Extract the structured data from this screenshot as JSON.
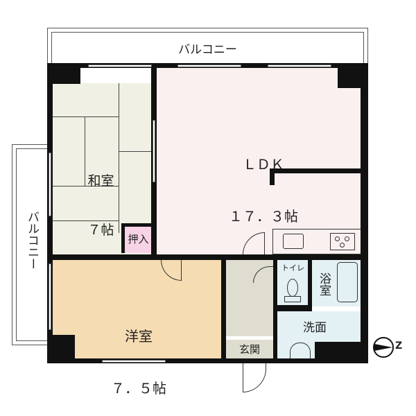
{
  "floorplan": {
    "title": "",
    "rooms": [
      {
        "id": "ldk",
        "name": "ＬＤＫ",
        "size": "１７．３帖",
        "color": "#fbf0f0"
      },
      {
        "id": "washitsu",
        "name": "和室",
        "size": "７帖",
        "color": "#f0f0e4"
      },
      {
        "id": "youshitsu",
        "name": "洋室",
        "size": "７．５帖",
        "color": "#f5dcb3"
      },
      {
        "id": "oshiire",
        "name": "押入",
        "color": "#f7d3e6"
      },
      {
        "id": "genkan",
        "name": "玄関",
        "color": "#deddd0"
      },
      {
        "id": "toilet",
        "name": "トイレ",
        "color": "#e3f1f4"
      },
      {
        "id": "bath",
        "name": "浴室",
        "color": "#e3f1f4"
      },
      {
        "id": "senmen",
        "name": "洗面",
        "color": "#e3f1f4"
      }
    ],
    "balconies": [
      {
        "id": "balcony-top",
        "label": "バルコニー"
      },
      {
        "id": "balcony-left",
        "label": "バルコニー"
      }
    ],
    "compass": {
      "label": "Z",
      "direction": "right"
    }
  }
}
